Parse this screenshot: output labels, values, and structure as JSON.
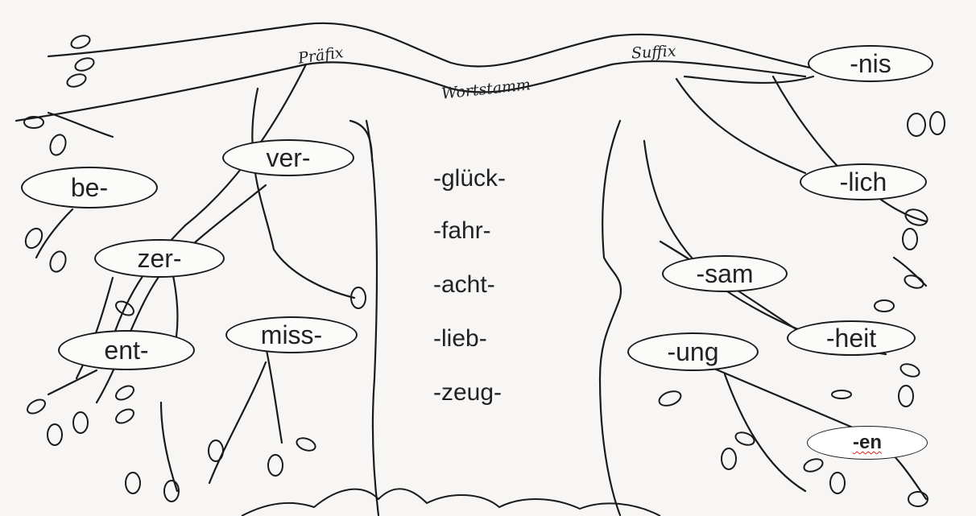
{
  "labels": {
    "prefix": "Präfix",
    "stem": "Wortstamm",
    "suffix": "Suffix"
  },
  "prefixes": [
    "be-",
    "ver-",
    "zer-",
    "ent-",
    "miss-"
  ],
  "stems": [
    "-glück-",
    "-fahr-",
    "-acht-",
    "-lieb-",
    "-zeug-"
  ],
  "suffixes": [
    "-nis",
    "-lich",
    "-sam",
    "-heit",
    "-ung",
    "-en"
  ],
  "colors": {
    "ink": "#1a1a1a",
    "paper": "#f7f6f4",
    "spellcheck_underline": "#e02020"
  }
}
